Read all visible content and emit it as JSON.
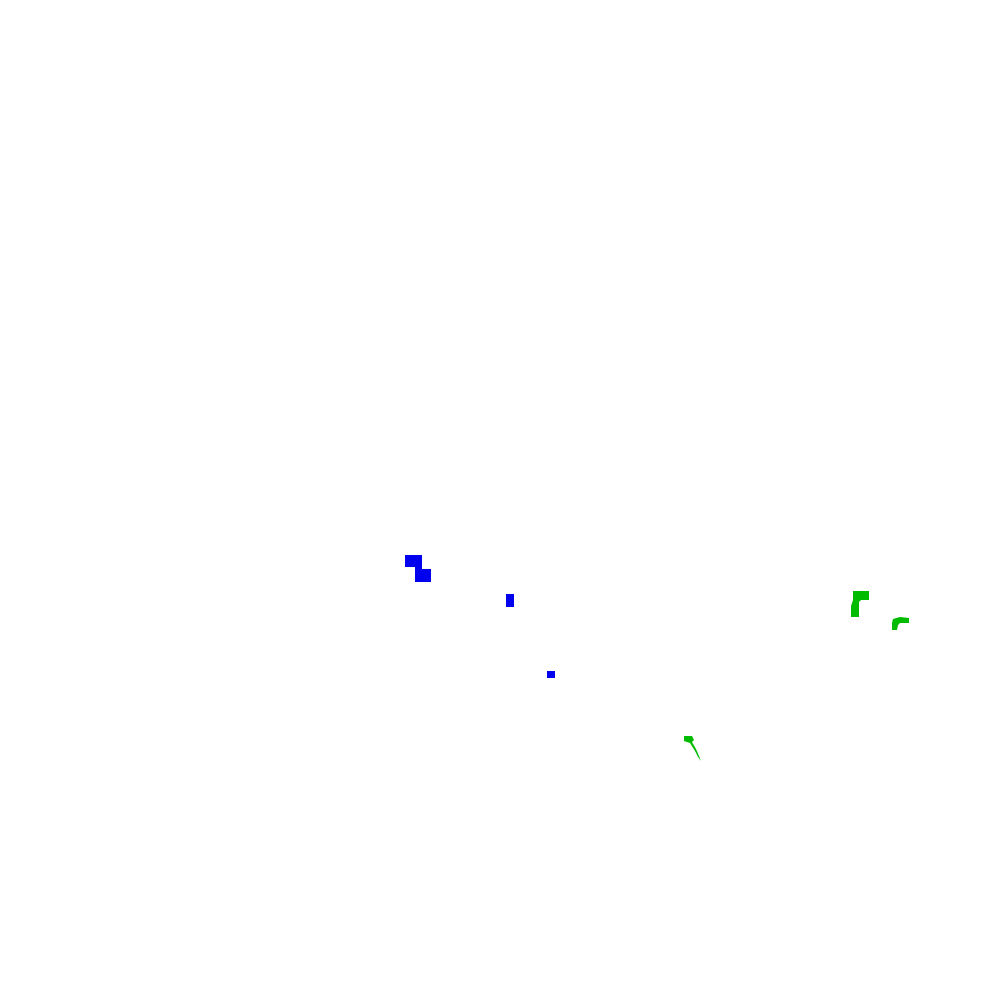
{
  "colors": {
    "background": "#ffffff",
    "blue": "#0000ee",
    "green": "#00bb00"
  },
  "shapes": [
    {
      "id": "blob-1",
      "color": "blue"
    },
    {
      "id": "blob-2",
      "color": "blue"
    },
    {
      "id": "blob-3",
      "color": "blue"
    },
    {
      "id": "blob-4",
      "color": "green"
    },
    {
      "id": "blob-5",
      "color": "green"
    },
    {
      "id": "blob-6",
      "color": "green"
    }
  ]
}
